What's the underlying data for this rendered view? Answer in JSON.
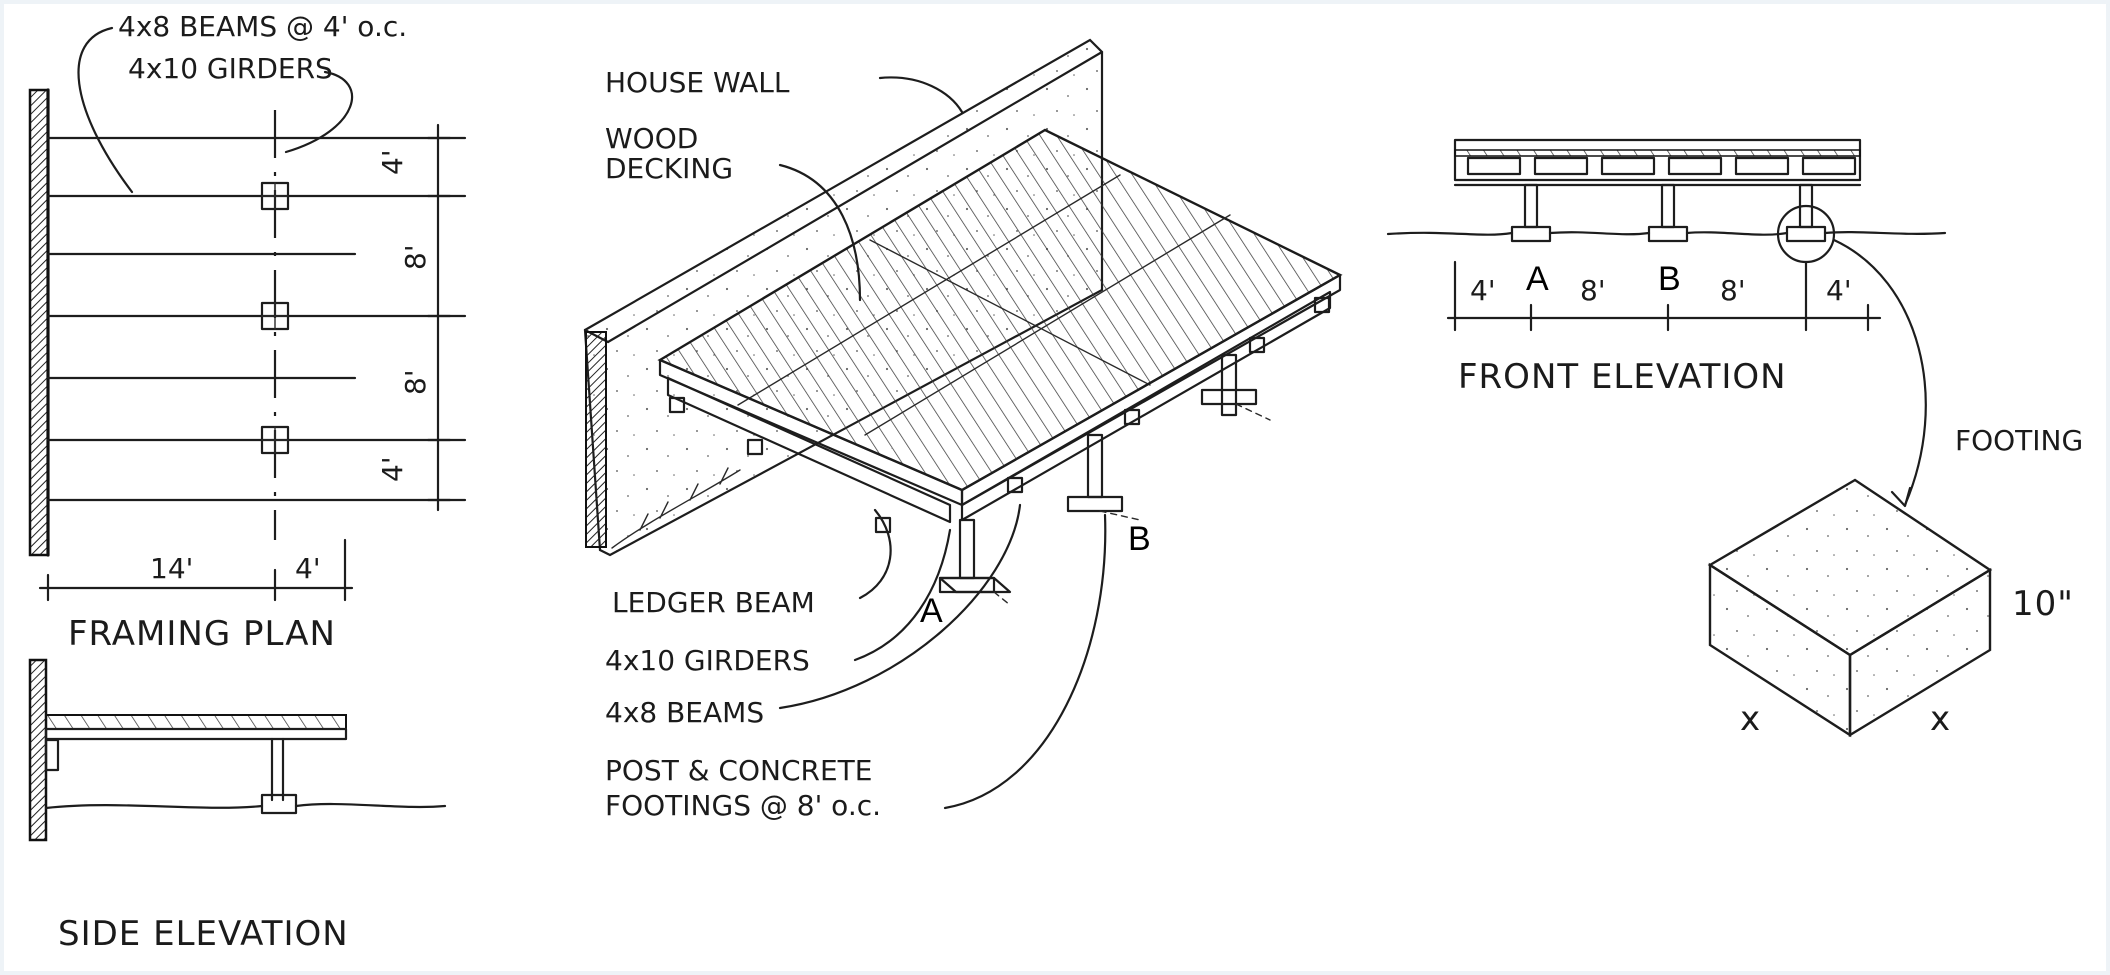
{
  "labels": {
    "beams_spacing": "4x8 BEAMS @ 4' o.c.",
    "girders_top": "4x10 GIRDERS",
    "house_wall": "HOUSE WALL",
    "wood_decking_1": "WOOD",
    "wood_decking_2": "DECKING",
    "ledger_beam": "LEDGER BEAM",
    "girders_mid": "4x10 GIRDERS",
    "beams_mid": "4x8 BEAMS",
    "post_footings_1": "POST & CONCRETE",
    "post_footings_2": "FOOTINGS @ 8' o.c.",
    "framing_plan": "FRAMING PLAN",
    "side_elevation": "SIDE ELEVATION",
    "front_elevation": "FRONT ELEVATION",
    "footing": "FOOTING",
    "footing_height": "10\"",
    "footing_x1": "x",
    "footing_x2": "x"
  },
  "dims": {
    "plan_width_main": "14'",
    "plan_width_overhang": "4'",
    "plan_seg_1": "4'",
    "plan_seg_2": "8'",
    "plan_seg_3": "8'",
    "plan_seg_4": "4'",
    "front_seg_1": "4'",
    "front_seg_2": "8'",
    "front_seg_3": "8'",
    "front_seg_4": "4'"
  },
  "markers": {
    "iso_a": "A",
    "iso_b": "B",
    "front_a": "A",
    "front_b": "B"
  }
}
